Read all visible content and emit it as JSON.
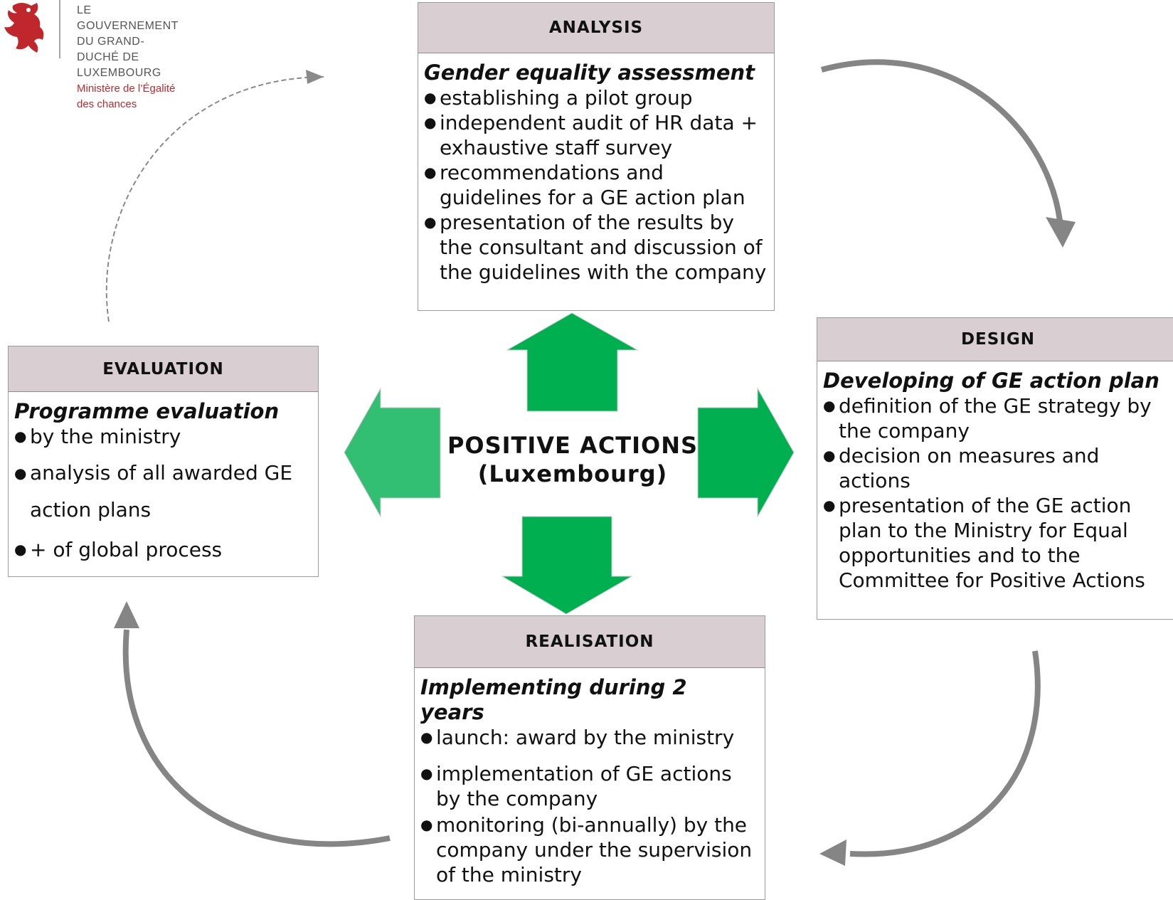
{
  "logo": {
    "line1": "LE GOUVERNEMENT",
    "line2": "DU GRAND-DUCHÉ DE LUXEMBOURG",
    "line3": "Ministère de l’Égalité des chances",
    "accent": "#c0272d"
  },
  "center": {
    "line1": "POSITIVE ACTIONS",
    "line2": "(Luxembourg)",
    "arrow_color": "#00b050",
    "arrow_color_left": "#33bf73"
  },
  "analysis": {
    "header": "ANALYSIS",
    "title": "Gender equality assessment",
    "items": [
      "establishing a pilot group",
      "independent audit of HR data + exhaustive staff survey",
      "recommendations and guidelines for a GE action plan",
      "presentation  of the results by the consultant and discussion of the guidelines with the company"
    ]
  },
  "design": {
    "header": "DESIGN",
    "title": "Developing of GE action plan",
    "items": [
      "definition of the GE strategy by the company",
      "decision on measures and actions",
      "presentation of the GE action plan to the Ministry for Equal opportunities and to the Committee for Positive Actions"
    ]
  },
  "realisation": {
    "header": "REALISATION",
    "title": "Implementing during 2 years",
    "items": [
      "launch: award by the ministry",
      "implementation of GE actions by the company",
      "monitoring (bi-annually) by the company under the supervision of the ministry"
    ]
  },
  "evaluation": {
    "header": "EVALUATION",
    "title": "Programme evaluation",
    "items": [
      "by the ministry",
      "analysis of all awarded GE action plans",
      "+ of global process"
    ]
  },
  "colors": {
    "header_bg": "#d9cfd3",
    "cycle_arrow": "#858585"
  }
}
